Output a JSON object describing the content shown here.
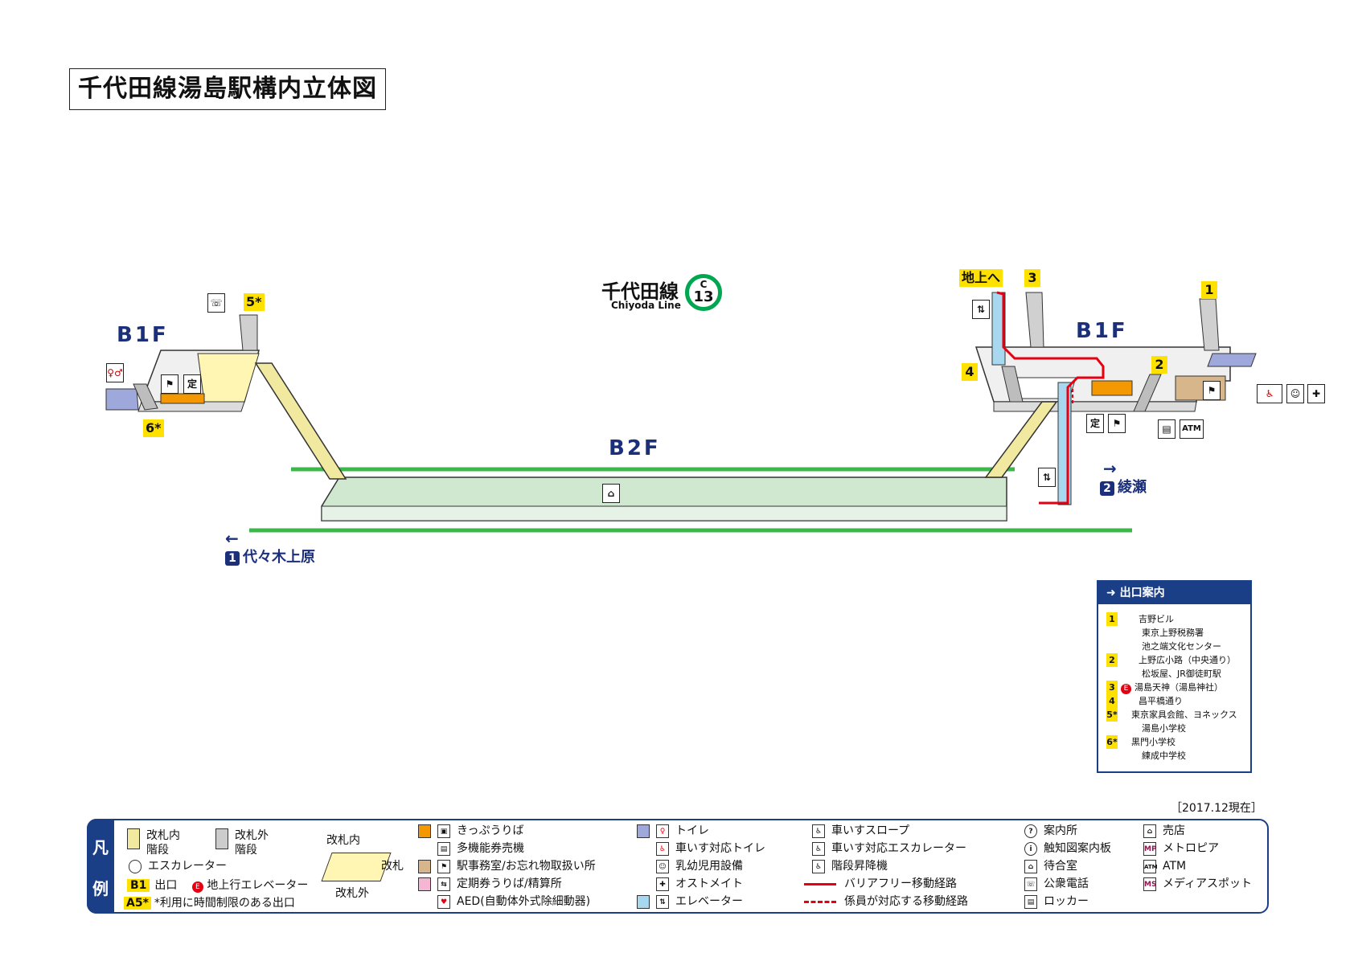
{
  "title": "千代田線湯島駅構内立体図",
  "line": {
    "name": "千代田線",
    "name_en": "Chiyoda Line",
    "code_letter": "C",
    "code_number": "13",
    "color": "#00a650"
  },
  "floors": {
    "left": "B1F",
    "right": "B1F",
    "platform": "B2F"
  },
  "exits": {
    "e1": "1",
    "e2": "2",
    "e3": "3",
    "e4": "4",
    "e5": "5*",
    "e6": "6*",
    "to_ground": "地上へ"
  },
  "directions": {
    "left": {
      "num": "1",
      "name": "代々木上原"
    },
    "right": {
      "num": "2",
      "name": "綾瀬"
    }
  },
  "map_icons": {
    "atm": "ATM",
    "teiki": "定"
  },
  "exit_guide": {
    "header": "出口案内",
    "rows": [
      {
        "badge": "1",
        "lines": [
          "吉野ビル",
          "東京上野税務署",
          "池之端文化センター"
        ]
      },
      {
        "badge": "2",
        "lines": [
          "上野広小路（中央通り）",
          "松坂屋、JR御徒町駅"
        ]
      },
      {
        "badge": "3",
        "elevator": "E",
        "lines": [
          "湯島天神（湯島神社）"
        ]
      },
      {
        "badge": "4",
        "lines": [
          "昌平橋通り"
        ]
      },
      {
        "badge": "5*",
        "lines": [
          "東京家具会館、ヨネックス",
          "湯島小学校"
        ]
      },
      {
        "badge": "6*",
        "lines": [
          "黒門小学校",
          "練成中学校"
        ]
      }
    ]
  },
  "date": "［2017.12現在］",
  "legend": {
    "side_1": "凡",
    "side_2": "例",
    "stairs_in": "改札内階段",
    "stairs_in_1": "改札内",
    "stairs_in_2": "階段",
    "stairs_out_1": "改札外",
    "stairs_out_2": "階段",
    "escalator": "エスカレーター",
    "exit_badge": "B1",
    "exit": "出口",
    "elevator_badge": "E",
    "ground_elevator": "地上行エレベーター",
    "limited_badge": "A5*",
    "limited": "*利用に時間制限のある出口",
    "gate_inside": "改札内",
    "gate": "改札",
    "gate_outside": "改札外",
    "items": [
      "きっぷうりば",
      "多機能券売機",
      "駅事務室/お忘れ物取扱い所",
      "定期券うりば/精算所",
      "AED(自動体外式除細動器)",
      "トイレ",
      "車いす対応トイレ",
      "乳幼児用設備",
      "オストメイト",
      "エレベーター",
      "車いすスロープ",
      "車いす対応エスカレーター",
      "階段昇降機",
      "バリアフリー移動経路",
      "係員が対応する移動経路",
      "案内所",
      "触知図案内板",
      "待合室",
      "公衆電話",
      "ロッカー",
      "売店",
      "メトロピア",
      "ATM",
      "メディアスポット"
    ],
    "icon_labels": {
      "mp": "MP",
      "atm": "ATM",
      "ms": "MS",
      "info": "?",
      "tactile": "i"
    }
  }
}
